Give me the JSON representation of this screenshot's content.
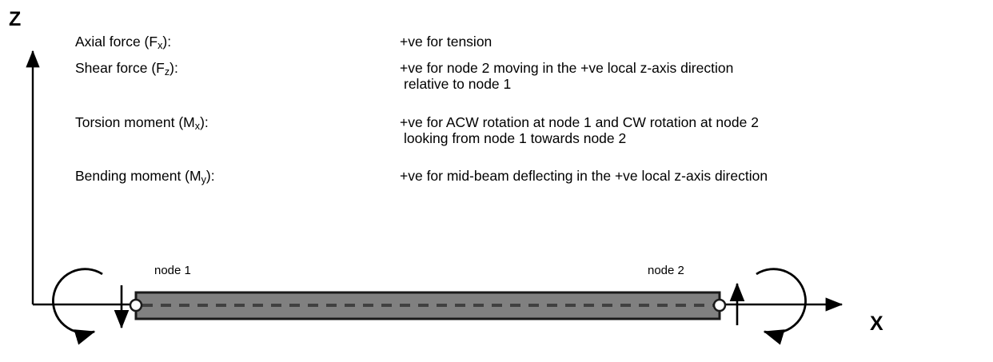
{
  "diagram": {
    "title_axes": {
      "z_axis": "Z",
      "x_axis": "X"
    },
    "legend": [
      {
        "term": "Axial force (F",
        "term_sub": "x",
        "term_tail": "):",
        "description": "+ve for tension",
        "continuation": null
      },
      {
        "term": "Shear force (F",
        "term_sub": "z",
        "term_tail": "):",
        "description": "+ve for node 2 moving in the +ve local z-axis direction",
        "continuation": "relative to node 1"
      },
      {
        "term": "Torsion moment (M",
        "term_sub": "x",
        "term_tail": "):",
        "description": "+ve for ACW rotation at node 1 and CW rotation at node 2",
        "continuation": "looking from node 1 towards node 2"
      },
      {
        "term": "Bending moment (M",
        "term_sub": "y",
        "term_tail": "):",
        "description": "+ve for mid-beam deflecting in the +ve local z-axis direction",
        "continuation": null
      }
    ],
    "beam": {
      "node_1_label": "node 1",
      "node_2_label": "node 2",
      "fill_color": "#808080",
      "border_color": "#1a1a1a",
      "centerline_color": "#404040",
      "node_marker_color": "#ffffff"
    },
    "arrows": {
      "node_1_shear": "downward-arrow",
      "node_2_shear": "upward-arrow",
      "node_1_torsion": "acw-curved-arrow",
      "node_2_torsion": "cw-curved-arrow",
      "axis_color": "#000000"
    }
  }
}
